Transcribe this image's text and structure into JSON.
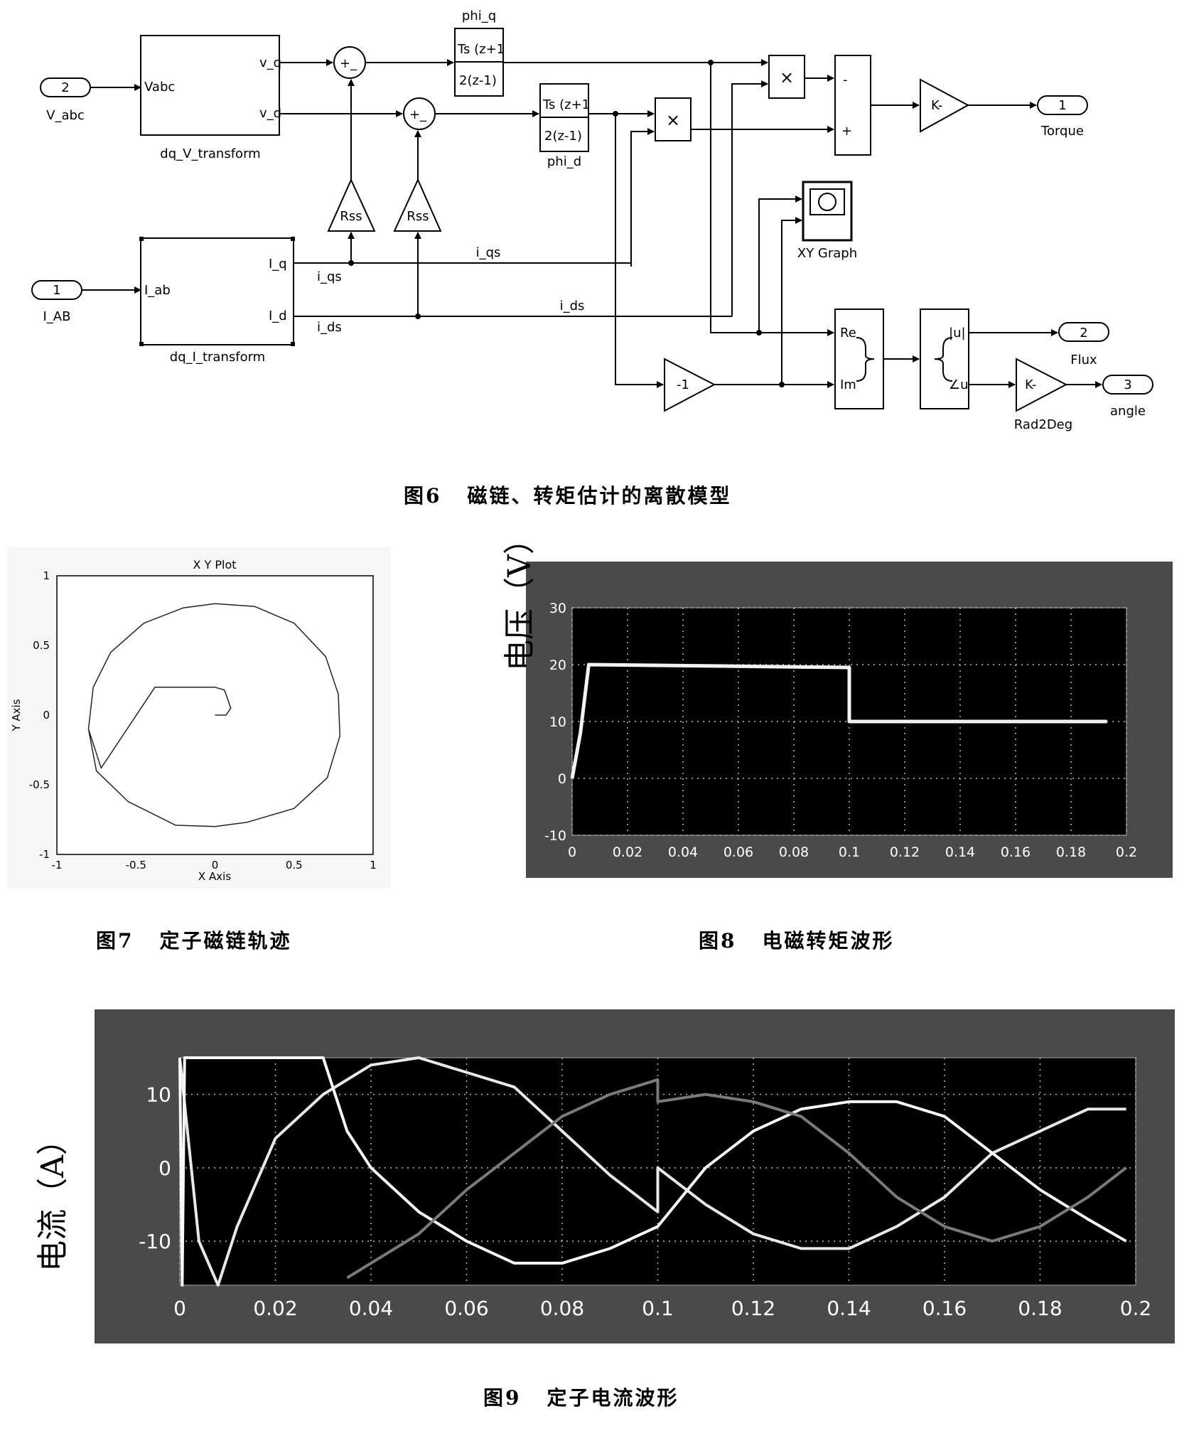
{
  "fig6": {
    "caption_num": "图6",
    "caption_text": "磁链、转矩估计的离散模型",
    "labels": {
      "in_v_num": "2",
      "in_v_name": "V_abc",
      "in_i_num": "1",
      "in_i_name": "I_AB",
      "vabc": "Vabc",
      "vq": "v_q",
      "vd": "v_d",
      "dqv": "dq_V_transform",
      "iab": "I_ab",
      "iq": "I_q",
      "id": "I_d",
      "dqi": "dq_I_transform",
      "sum": "+_",
      "rss": "Rss",
      "phi_q": "phi_q",
      "phi_d": "phi_d",
      "ts_num": "Ts (z+1",
      "ts_den": "2(z-1)",
      "mult": "×",
      "minus": "-",
      "plus": "+",
      "gain": "K-",
      "gain_neg1": "-1",
      "iqs": "i_qs",
      "ids": "i_ds",
      "xy": "XY Graph",
      "re": "Re",
      "im": "Im",
      "abs": "|u|",
      "ang": "∠u",
      "out1_num": "1",
      "out1": "Torque",
      "out2_num": "2",
      "out2": "Flux",
      "out3_num": "3",
      "out3": "angle",
      "rad2deg": "Rad2Deg"
    }
  },
  "fig7": {
    "caption_num": "图7",
    "caption_text": "定子磁链轨迹",
    "chart_data": {
      "type": "line",
      "title": "X Y Plot",
      "xlabel": "X Axis",
      "ylabel": "Y Axis",
      "xlim": [
        -1,
        1
      ],
      "ylim": [
        -1,
        1
      ],
      "xticks": [
        "-1",
        "-0.5",
        "0",
        "0.5",
        "1"
      ],
      "yticks": [
        "1",
        "0.5",
        "0",
        "-0.5",
        "-1"
      ],
      "grid": false,
      "series": [
        {
          "description": "stator flux trajectory: start-up spiral then near-circle of radius ~0.8",
          "x": [
            0.0,
            0.07,
            0.1,
            0.06,
            0.0,
            0.0,
            -0.38,
            -0.72,
            -0.8,
            -0.77,
            -0.66,
            -0.45,
            -0.2,
            0.0,
            0.25,
            0.5,
            0.7,
            0.78,
            0.79,
            0.71,
            0.5,
            0.2,
            0.0,
            -0.25,
            -0.55,
            -0.75,
            -0.8
          ],
          "y": [
            0.0,
            0.0,
            0.05,
            0.18,
            0.2,
            0.2,
            0.2,
            -0.38,
            -0.1,
            0.2,
            0.45,
            0.66,
            0.77,
            0.8,
            0.78,
            0.66,
            0.42,
            0.15,
            -0.15,
            -0.45,
            -0.67,
            -0.77,
            -0.8,
            -0.79,
            -0.62,
            -0.4,
            -0.1
          ]
        }
      ]
    }
  },
  "fig8": {
    "caption_num": "图8",
    "caption_text": "电磁转矩波形",
    "chart_data": {
      "type": "line",
      "ylabel": "电压（V）",
      "xlim": [
        0,
        0.2
      ],
      "ylim": [
        -10,
        30
      ],
      "xticks": [
        "0",
        "0.02",
        "0.04",
        "0.06",
        "0.08",
        "0.1",
        "0.12",
        "0.14",
        "0.16",
        "0.18",
        "0.2"
      ],
      "yticks": [
        "30",
        "20",
        "10",
        "0",
        "-10"
      ],
      "grid": true,
      "series": [
        {
          "x": [
            0,
            0.003,
            0.006,
            0.1,
            0.1,
            0.1,
            0.193
          ],
          "y": [
            0,
            8,
            20,
            19.5,
            19.5,
            10,
            10
          ]
        }
      ]
    }
  },
  "fig9": {
    "caption_num": "图9",
    "caption_text": "定子电流波形",
    "chart_data": {
      "type": "line",
      "ylabel": "电流（A）",
      "xlim": [
        0,
        0.2
      ],
      "ylim": [
        -16,
        15
      ],
      "xticks": [
        "0",
        "0.02",
        "0.04",
        "0.06",
        "0.08",
        "0.1",
        "0.12",
        "0.14",
        "0.16",
        "0.18",
        "0.2"
      ],
      "yticks": [
        "10",
        "0",
        "-10"
      ],
      "grid": true,
      "series": [
        {
          "x": [
            0.0,
            0.004,
            0.008,
            0.012,
            0.02,
            0.03,
            0.04,
            0.05,
            0.06,
            0.07,
            0.08,
            0.09,
            0.1,
            0.1,
            0.11,
            0.12,
            0.13,
            0.14,
            0.15,
            0.16,
            0.17,
            0.18,
            0.19,
            0.198
          ],
          "y": [
            15,
            -10,
            -16,
            -8,
            4,
            10,
            14,
            15,
            13,
            11,
            5,
            -1,
            -6,
            0,
            -5,
            -9,
            -11,
            -11,
            -8,
            -4,
            2,
            5,
            8,
            8
          ]
        },
        {
          "x": [
            0.0,
            0.0005,
            0.001,
            0.03,
            0.035,
            0.04,
            0.05,
            0.06,
            0.07,
            0.08,
            0.09,
            0.1,
            0.11,
            0.12,
            0.13,
            0.14,
            0.15,
            0.16,
            0.17,
            0.18,
            0.19,
            0.198
          ],
          "y": [
            15,
            -16,
            15,
            15,
            5,
            0,
            -6,
            -10,
            -13,
            -13,
            -11,
            -8,
            0,
            5,
            8,
            9,
            9,
            7,
            2,
            -3,
            -7,
            -10
          ]
        },
        {
          "x": [
            0.035,
            0.04,
            0.05,
            0.06,
            0.07,
            0.08,
            0.09,
            0.1,
            0.1,
            0.11,
            0.12,
            0.13,
            0.14,
            0.15,
            0.16,
            0.17,
            0.18,
            0.19,
            0.198
          ],
          "y": [
            -15,
            -13,
            -9,
            -3,
            2,
            7,
            10,
            12,
            9,
            10,
            9,
            7,
            2,
            -4,
            -8,
            -10,
            -8,
            -4,
            0
          ]
        }
      ]
    }
  }
}
